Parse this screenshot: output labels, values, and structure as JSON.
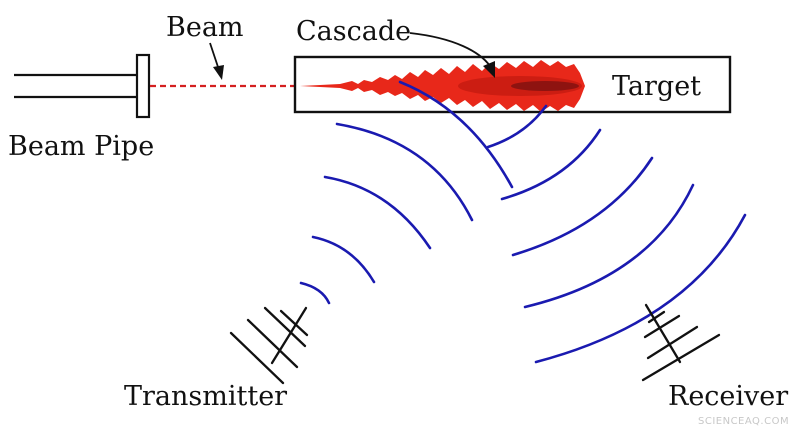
{
  "labels": {
    "beam": "Beam",
    "cascade": "Cascade",
    "target": "Target",
    "beam_pipe": "Beam Pipe",
    "transmitter": "Transmitter",
    "receiver": "Receiver"
  },
  "watermark": "SCIENCEAQ.COM",
  "colors": {
    "beam": "#d42020",
    "cascade": "#e8281a",
    "cascade_core": "#7a1010",
    "waves": "#1a1ab0",
    "outline": "#111111"
  },
  "icons": {
    "beam_pipe": "beam-pipe-icon",
    "transmitter": "transmitter-antenna-icon",
    "receiver": "receiver-antenna-icon"
  }
}
